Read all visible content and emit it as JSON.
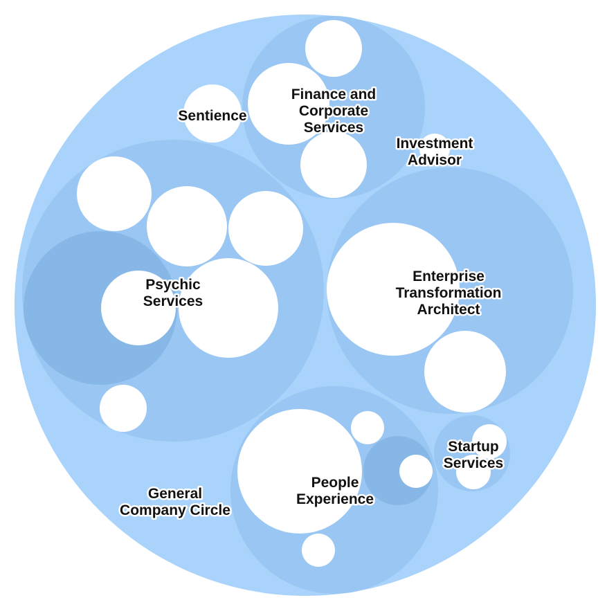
{
  "colors": {
    "root": "#a9d3fb",
    "circle": "#99c6f2",
    "sub_circle": "#86b7e6",
    "role": "#ffffff"
  },
  "circles": [
    {
      "name": "general-company-circle",
      "label": "General\nCompany Circle"
    },
    {
      "name": "finance-corporate-services-circle",
      "label": "Finance and\nCorporate\nServices"
    },
    {
      "name": "psychic-services-circle",
      "label": "Psychic\nServices"
    },
    {
      "name": "enterprise-transformation-architect-circle",
      "label": "Enterprise\nTransformation\nArchitect"
    },
    {
      "name": "people-experience-circle",
      "label": "People\nExperience"
    },
    {
      "name": "startup-services-circle",
      "label": "Startup\nServices"
    },
    {
      "name": "sentience-role",
      "label": "Sentience"
    },
    {
      "name": "investment-advisor-role",
      "label": "Investment\nAdvisor"
    }
  ]
}
